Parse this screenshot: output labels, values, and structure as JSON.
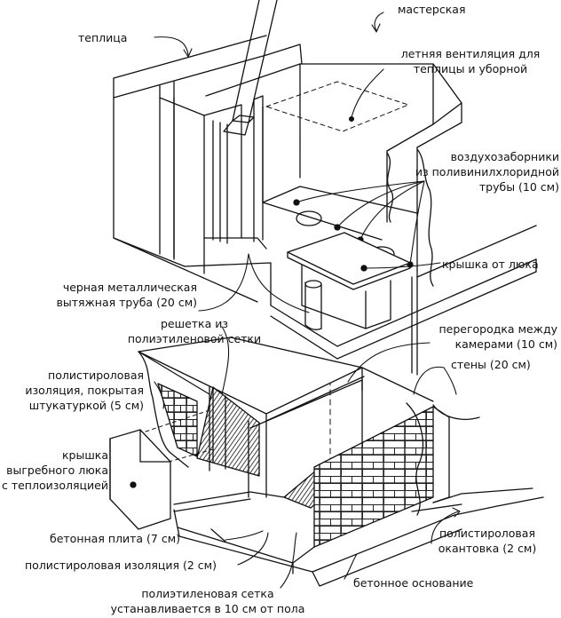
{
  "labels": {
    "workshop": "мастерская",
    "greenhouse": "теплица",
    "summer_vent": [
      "летняя вентиляция для",
      "теплицы и уборной"
    ],
    "air_intakes": [
      "воздухозаборники",
      "из поливинилхлоридной",
      "трубы (10 см)"
    ],
    "hatch_lid": "крышка от люка",
    "exhaust_pipe": [
      "черная металлическая",
      "вытяжная труба (20 см)"
    ],
    "grate": [
      "решетка из",
      "полиэтиленовой сетки"
    ],
    "partition": [
      "перегородка между",
      "камерами (10 см)"
    ],
    "walls": "стены (20 см)",
    "foam_insulation": [
      "полистироловая",
      "изоляция, покрытая",
      "штукатуркой (5 см)"
    ],
    "pit_lid": [
      "крышка",
      "выгребного люка",
      "с теплоизоляцией"
    ],
    "concrete_slab": "бетонная плита (7 см)",
    "foam_insulation_2": "полистироловая изоляция (2 см)",
    "foam_edging": [
      "полистироловая",
      "окантовка (2 см)"
    ],
    "concrete_base": "бетонное основание",
    "mesh_note": [
      "полиэтиленовая сетка",
      "устанавливается в 10 см от пола"
    ]
  }
}
